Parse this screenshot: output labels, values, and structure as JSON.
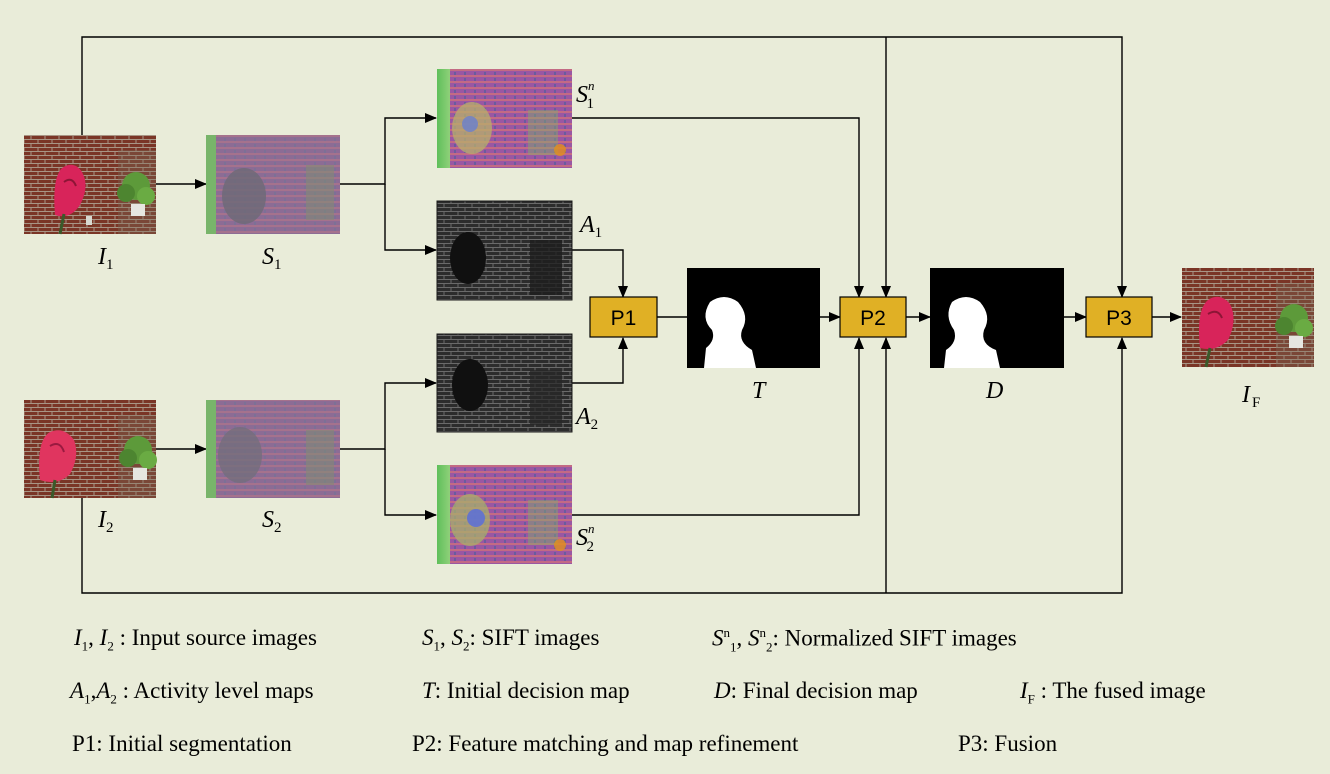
{
  "images": {
    "i1": {
      "sym": "I",
      "sub": "1"
    },
    "i2": {
      "sym": "I",
      "sub": "2"
    },
    "s1": {
      "sym": "S",
      "sub": "1"
    },
    "s2": {
      "sym": "S",
      "sub": "2"
    },
    "sn1": {
      "sym": "S",
      "sub": "1",
      "sup": "n"
    },
    "sn2": {
      "sym": "S",
      "sub": "2",
      "sup": "n"
    },
    "a1": {
      "sym": "A",
      "sub": "1"
    },
    "a2": {
      "sym": "A",
      "sub": "2"
    },
    "t": {
      "sym": "T"
    },
    "d": {
      "sym": "D"
    },
    "if": {
      "sym": "I",
      "sub": "F"
    }
  },
  "processes": {
    "p1": "P1",
    "p2": "P2",
    "p3": "P3"
  },
  "legend": {
    "input_desc": ": Input source images",
    "sift_desc": ": SIFT images",
    "nsift_desc": ": Normalized SIFT images",
    "activity_desc": ": Activity level maps",
    "t_desc": ": Initial decision map",
    "d_desc": ": Final decision map",
    "if_desc": ": The fused image",
    "p1_desc": "P1: Initial segmentation",
    "p2_desc": "P2: Feature matching and map refinement",
    "p3_desc": "P3: Fusion"
  },
  "colors": {
    "background": "#e9ecd9",
    "process_fill": "#e0b025",
    "line": "#000000"
  }
}
